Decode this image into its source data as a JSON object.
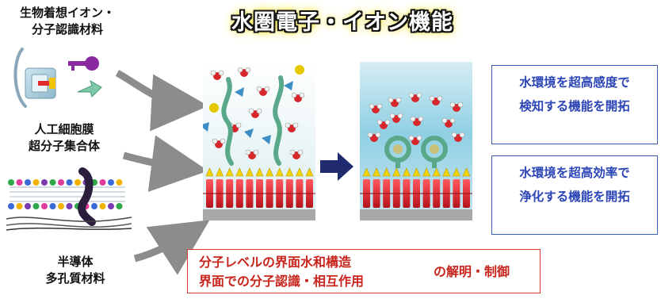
{
  "title": "水圏電子・イオン機能",
  "left_labels": {
    "bio": [
      "生物着想イオン・",
      "分子認識材料"
    ],
    "membrane": [
      "人工細胞膜",
      "超分子集合体"
    ],
    "semiconductor": [
      "半導体",
      "多孔質材料"
    ]
  },
  "right_boxes": [
    [
      "水環境を超高感度で",
      "検知する機能を開拓"
    ],
    [
      "水環境を超高効率で",
      "浄化する機能を開拓"
    ]
  ],
  "bottom_box": {
    "lines": [
      "分子レベルの界面水和構造",
      "界面での分子認識・相互作用"
    ],
    "suffix": "の解明・制御"
  },
  "colors": {
    "title_glow": "#f2e200",
    "blue_text": "#2c45b7",
    "red_text": "#c8241c",
    "polymer_green": "#5aa88a",
    "membrane_red": "#e0323a",
    "headgroup_yellow": "#f4d400",
    "arrow_navy": "#1f2b6e"
  },
  "icons": {
    "key": "key-icon",
    "lock": "lock-icon",
    "small_arrow": "small-arrow-icon",
    "transition_arrow": "right-arrow-icon"
  }
}
